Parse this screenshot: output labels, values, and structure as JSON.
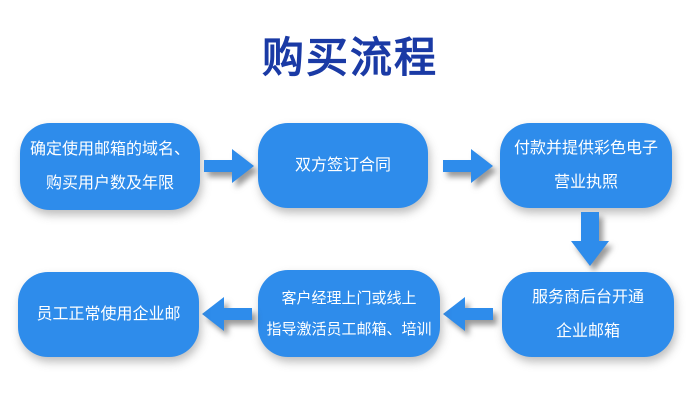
{
  "title": "购买流程",
  "colors": {
    "title": "#1a3aa5",
    "box": "#2e8ceb",
    "box_text": "#ffffff",
    "background": "#ffffff"
  },
  "steps": {
    "step1": {
      "lines": [
        "确定使用邮箱的域名、",
        "购买用户数及年限"
      ]
    },
    "step2": {
      "lines": [
        "双方签订合同"
      ]
    },
    "step3": {
      "lines": [
        "付款并提供彩色电子",
        "营业执照"
      ]
    },
    "step4": {
      "lines": [
        "服务商后台开通",
        "企业邮箱"
      ]
    },
    "step5": {
      "lines": [
        "客户经理上门或线上",
        "指导激活员工邮箱、培训"
      ]
    },
    "step6": {
      "lines": [
        "员工正常使用企业邮"
      ]
    }
  },
  "arrows": [
    {
      "name": "arrow-step1-to-step2",
      "direction": "right"
    },
    {
      "name": "arrow-step2-to-step3",
      "direction": "right"
    },
    {
      "name": "arrow-step3-to-step4",
      "direction": "down"
    },
    {
      "name": "arrow-step4-to-step5",
      "direction": "left"
    },
    {
      "name": "arrow-step5-to-step6",
      "direction": "left"
    }
  ]
}
